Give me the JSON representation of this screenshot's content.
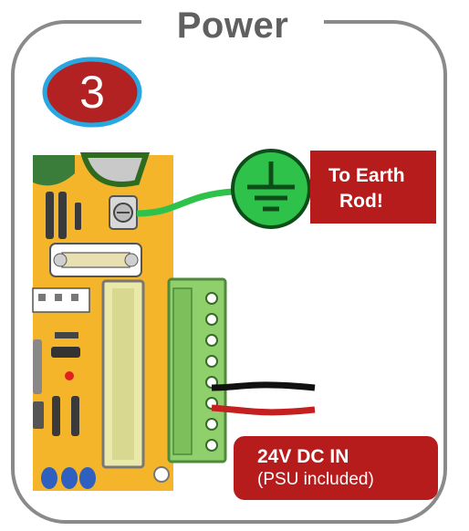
{
  "title": "Power",
  "step_number": "3",
  "earth_label": {
    "line1": "To Earth",
    "line2": "Rod!"
  },
  "power_label": {
    "line1": "24V DC IN",
    "line2": "(PSU included)"
  },
  "icons": [
    "earth-ground-icon",
    "pcb-board",
    "terminal-block"
  ],
  "colors": {
    "label_red": "#b71c1c",
    "badge_red": "#b32222",
    "badge_ring": "#2aa7e0",
    "pcb": "#f5b52a",
    "terminal": "#8fcf6c",
    "ground_green": "#2ec24a",
    "frame": "#8a8a8a"
  }
}
